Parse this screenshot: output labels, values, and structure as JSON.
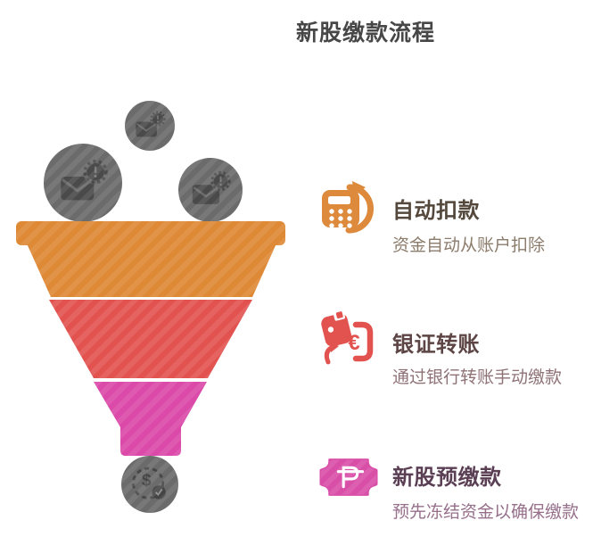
{
  "page": {
    "title": "新股缴款流程"
  },
  "colors": {
    "funnel_stage1": "#DE8936",
    "funnel_stage2": "#E25350",
    "funnel_stage3": "#DB4AA9",
    "coin_gray": "#6B6B6B",
    "title_text": "#474747"
  },
  "funnel": {
    "stages": [
      {
        "name": "自动扣款",
        "color": "#DE8936"
      },
      {
        "name": "银证转账",
        "color": "#E25350"
      },
      {
        "name": "新股预缴款",
        "color": "#DB4AA9"
      }
    ],
    "decorations": [
      "mail-alert-coin",
      "mail-alert-coin",
      "mail-alert-coin",
      "dollar-check-coin"
    ]
  },
  "items": [
    {
      "icon": "calculator-autopay-icon",
      "title": "自动扣款",
      "description": "资金自动从账户扣除",
      "accent": "#DD8A3D"
    },
    {
      "icon": "bank-transfer-icon",
      "title": "银证转账",
      "description": "通过银行转账手动缴款",
      "accent": "#E2524E"
    },
    {
      "icon": "peso-ticket-icon",
      "title": "新股预缴款",
      "description": "预先冻结资金以确保缴款",
      "accent": "#D94FA8"
    }
  ]
}
